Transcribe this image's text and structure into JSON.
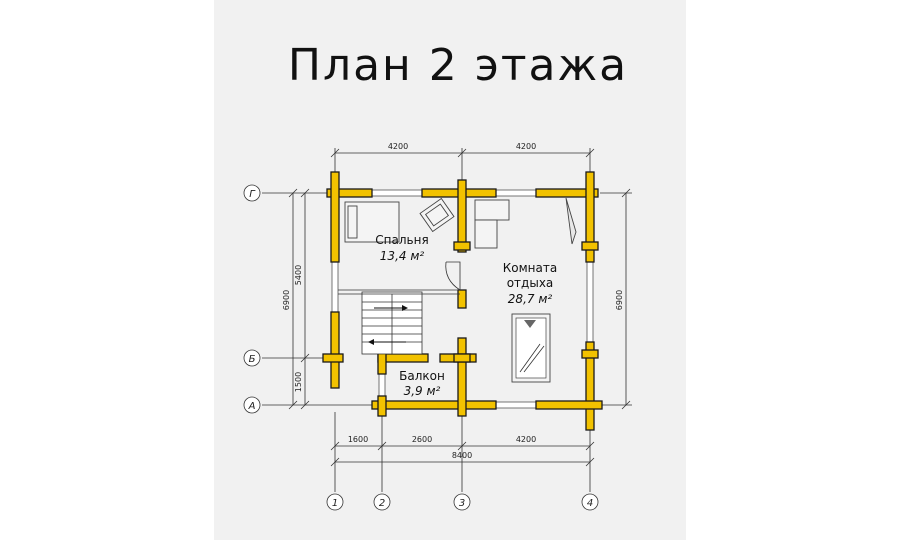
{
  "title": "План 2 этажа",
  "rooms": {
    "bedroom": {
      "name": "Спальня",
      "area": "13,4 м²"
    },
    "lounge": {
      "name_line1": "Комната",
      "name_line2": "отдыха",
      "area": "28,7 м²"
    },
    "balcony": {
      "name": "Балкон",
      "area": "3,9 м²"
    }
  },
  "dimensions": {
    "top_left": "4200",
    "top_right": "4200",
    "left_outer": "6900",
    "left_upper": "5400",
    "left_lower": "1500",
    "right_outer": "6900",
    "bottom_seg1": "1600",
    "bottom_seg2": "2600",
    "bottom_seg3": "4200",
    "bottom_total": "8400"
  },
  "axes": {
    "rows": [
      "Г",
      "Б",
      "А"
    ],
    "cols": [
      "1",
      "2",
      "3",
      "4"
    ]
  },
  "colors": {
    "log_wall": "#f2c200",
    "outline": "#1a1a1a",
    "sheet": "#f1f1f1"
  }
}
